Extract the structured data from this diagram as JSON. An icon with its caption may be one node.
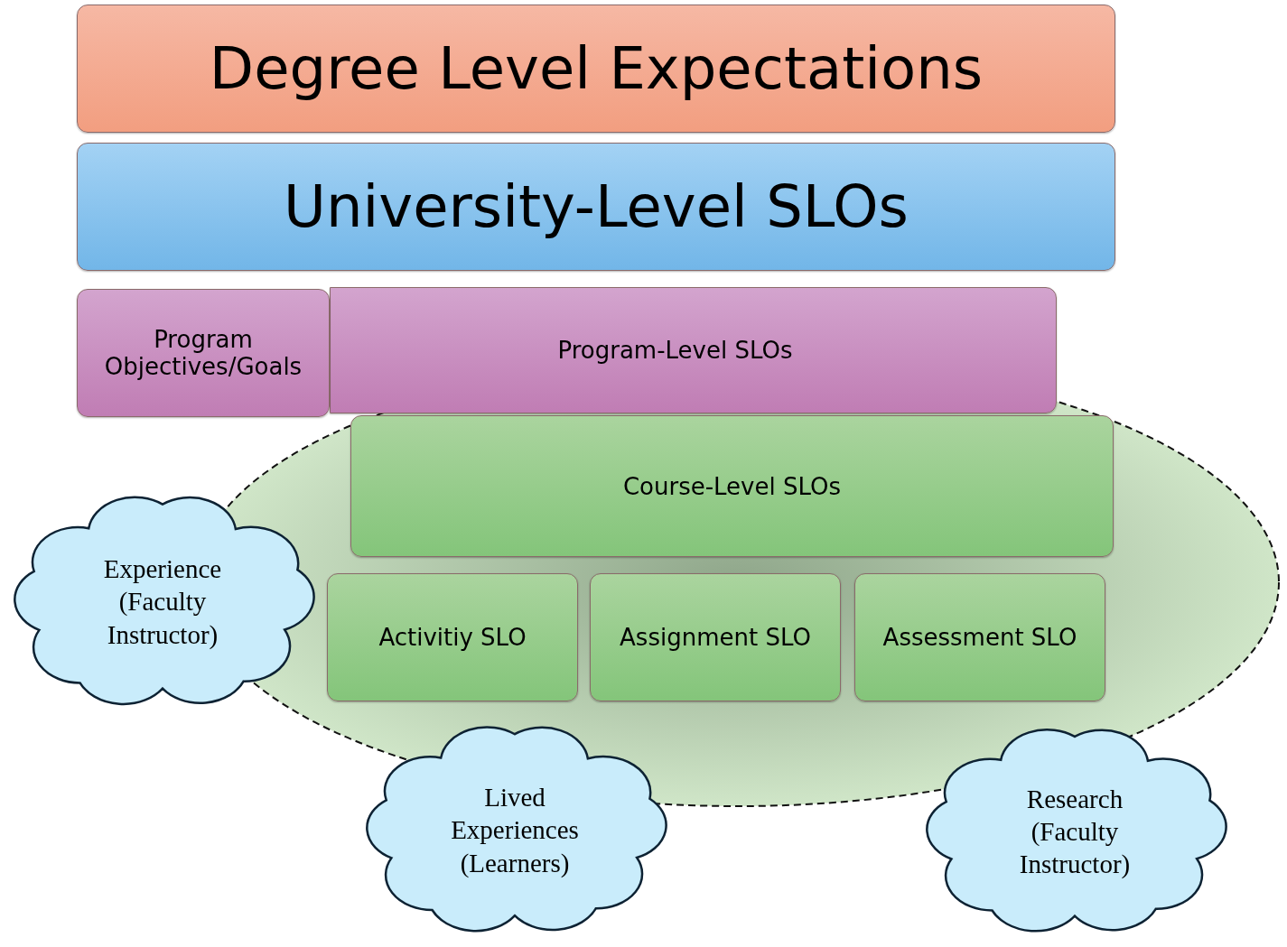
{
  "diagram": {
    "nodes": [
      {
        "text": [
          "Degree Level Expectations"
        ]
      },
      {
        "text": [
          "University-Level SLOs"
        ]
      },
      {
        "text": [
          "Program Objectives/Goals"
        ]
      },
      {
        "text": [
          "Program-Level SLOs"
        ]
      },
      {
        "text": [],
        "shape": "ellipse"
      },
      {
        "text": [
          "Course-Level SLOs"
        ],
        "in": 4
      },
      {
        "text": [
          "Activitiy SLO"
        ],
        "in": 4
      },
      {
        "text": [
          "Assignment SLO"
        ],
        "in": 4
      },
      {
        "text": [
          "Assessment SLO"
        ],
        "in": 4
      },
      {
        "text": [
          "Experience (Faculty Instructor)"
        ]
      },
      {
        "text": [
          "Lived Experiences (Learners)"
        ]
      },
      {
        "text": [
          "Research (Faculty Instructor)"
        ]
      }
    ],
    "edges": []
  }
}
